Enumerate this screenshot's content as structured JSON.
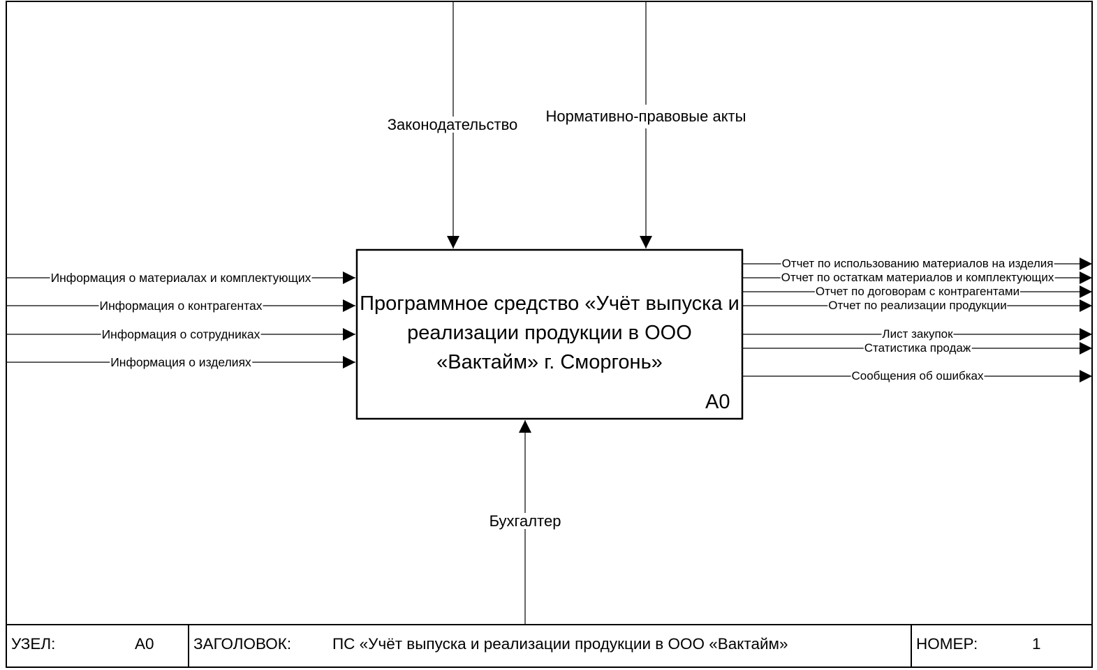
{
  "diagram": {
    "function": {
      "title": "Программное средство «Учёт выпуска и реализации продукции в ООО «Вактайм» г. Сморгонь»",
      "node": "A0"
    },
    "controls": [
      "Законодательство",
      "Нормативно-правовые акты"
    ],
    "inputs": [
      "Информация о материалах и комплектующих",
      "Информация о контрагентах",
      "Информация о сотрудниках",
      "Информация о изделиях"
    ],
    "outputs": [
      "Отчет по использованию материалов на изделия",
      "Отчет по остаткам материалов и комплектующих",
      "Отчет по договорам с контрагентами",
      "Отчет по реализации продукции",
      "Лист закупок",
      "Статистика продаж",
      "Сообщения об ошибках"
    ],
    "mechanisms": [
      "Бухгалтер"
    ]
  },
  "footer": {
    "node_label": "УЗЕЛ:",
    "node_value": "A0",
    "title_label": "ЗАГОЛОВОК:",
    "title_value": "ПС «Учёт выпуска и реализации продукции в ООО «Вактайм»",
    "number_label": "НОМЕР:",
    "number_value": "1"
  }
}
